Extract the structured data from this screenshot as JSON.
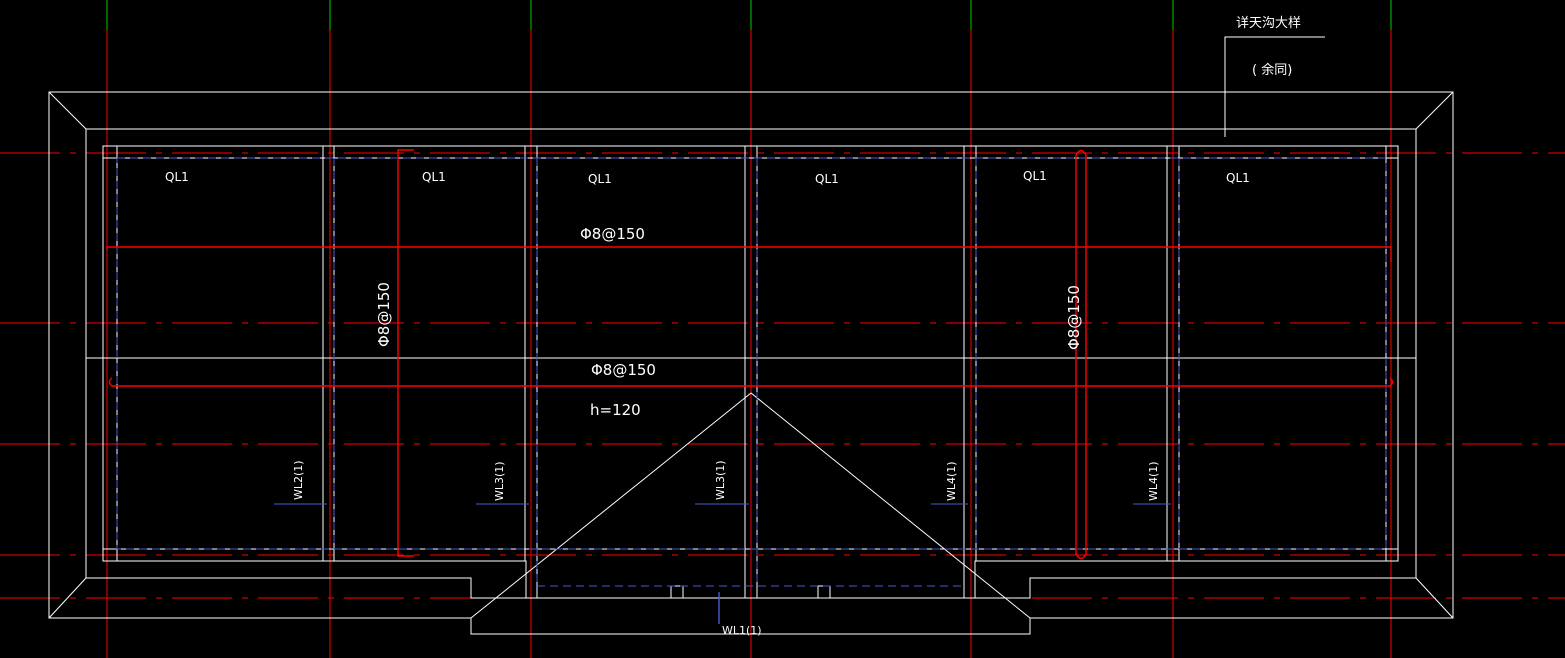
{
  "drawing": {
    "background": "#000000",
    "colors": {
      "outline": "#ffffff",
      "rebar": "#ff0000",
      "axis": "#ff0000",
      "axis_top": "#00cc00",
      "hidden_beam": "#4a5ad0"
    },
    "annotations": {
      "gutter_note": "详天沟大样",
      "same_note": "( 余同)",
      "rebar_h_top": "Φ8@150",
      "rebar_h_mid": "Φ8@150",
      "rebar_v_left": "Φ8@150",
      "rebar_v_right": "Φ8@150",
      "slab_thickness": "h=120"
    },
    "ring_beams": [
      "QL1",
      "QL1",
      "QL1",
      "QL1",
      "QL1",
      "QL1"
    ],
    "roof_beams": [
      "WL2(1)",
      "WL3(1)",
      "WL3(1)",
      "WL4(1)",
      "WL4(1)"
    ],
    "bottom_beam": "WL1(1)"
  }
}
